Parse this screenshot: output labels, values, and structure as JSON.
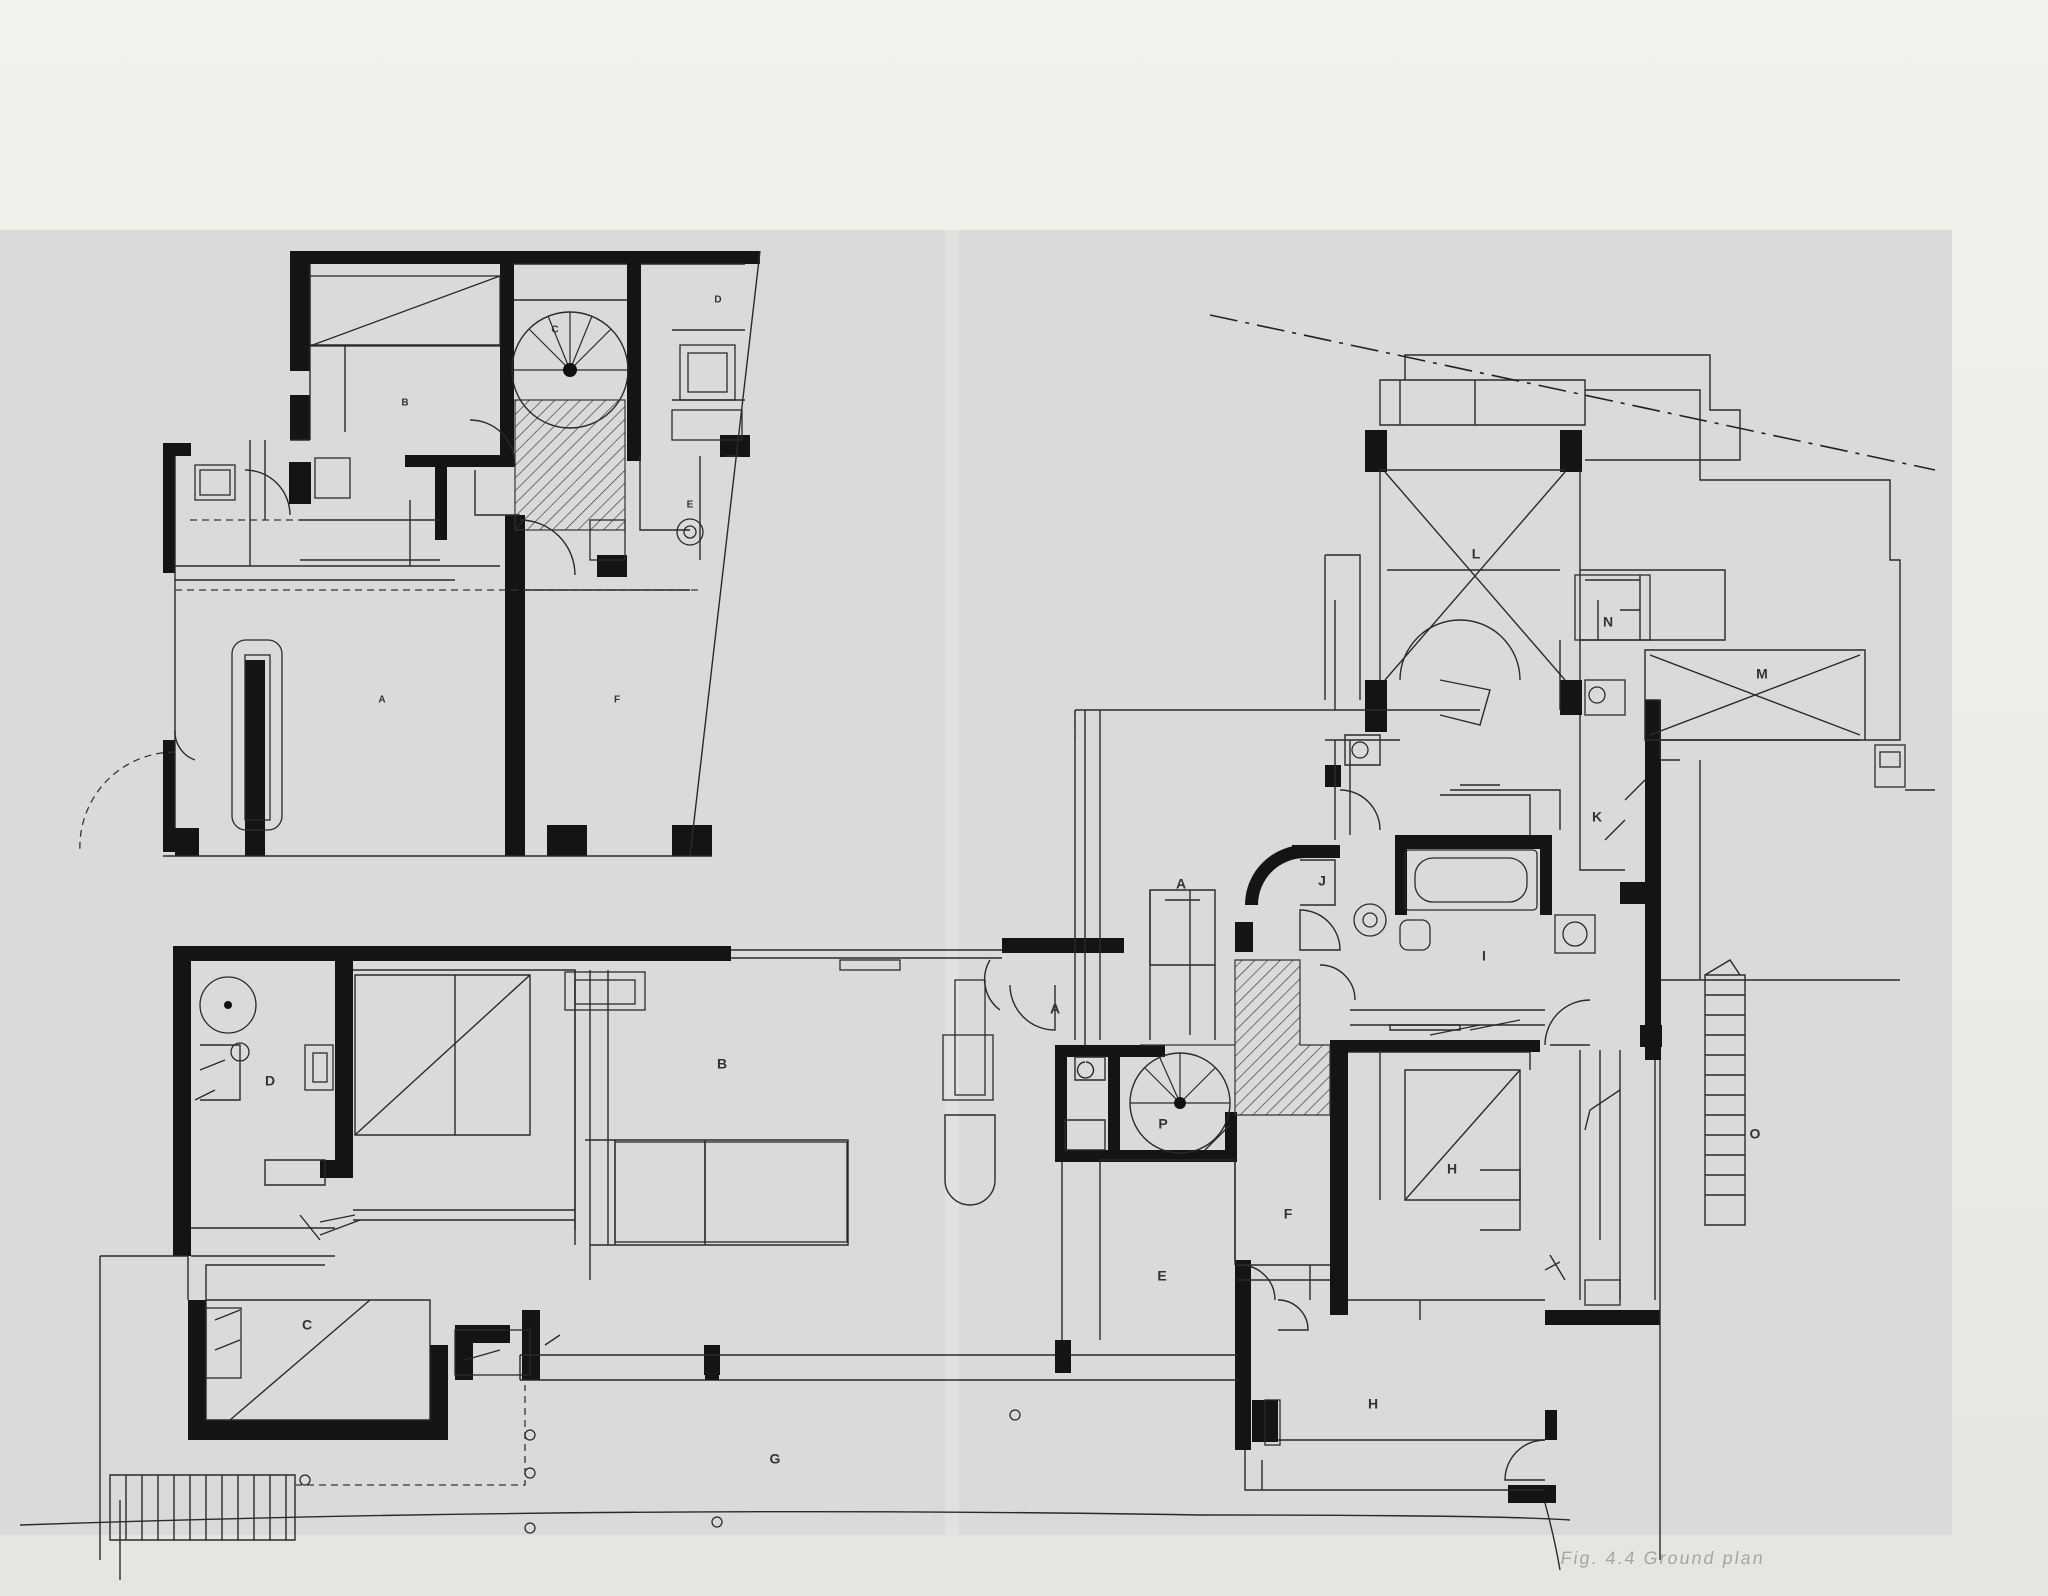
{
  "image": {
    "kind": "architectural floor plans, photographed book page"
  },
  "upper_plan": {
    "room_labels": [
      "B",
      "C",
      "D",
      "E",
      "A",
      "F"
    ]
  },
  "main_plan": {
    "room_labels": [
      "D",
      "B",
      "C",
      "G",
      "A",
      "A",
      "P",
      "E",
      "F",
      "J",
      "I",
      "K",
      "H",
      "H",
      "L",
      "N",
      "M",
      "O"
    ]
  },
  "caption_fragment": "Fig. 4.4 Ground plan"
}
